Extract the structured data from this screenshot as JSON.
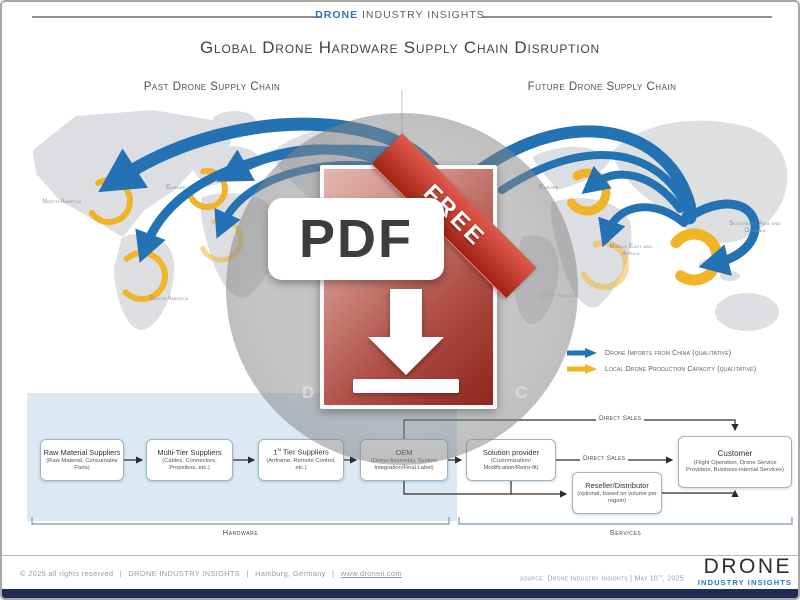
{
  "header": {
    "brand_primary": "DRONE",
    "brand_secondary": "INDUSTRY INSIGHTS"
  },
  "title": "Global Drone Hardware Supply Chain Disruption",
  "sections": {
    "past": "Past Drone Supply Chain",
    "future": "Future Drone Supply Chain"
  },
  "maps": {
    "past": {
      "north_america": "North America",
      "europe": "Europe",
      "south_america": "South America"
    },
    "future": {
      "europe": "Europe",
      "middle_east_africa": "Middle East and Africa",
      "southeast_asia": "Southeast Asia and Oceania",
      "south_america": "South America"
    }
  },
  "legend": {
    "imports": {
      "label": "Drone Imports from China (qualitative)",
      "color": "#2272b4"
    },
    "local": {
      "label": "Local Drone Production Capacity (qualitative)",
      "color": "#f0b429"
    }
  },
  "flow": {
    "boxes": {
      "raw": {
        "title": "Raw Material Suppliers",
        "subtitle": "(Raw Material, Consumable Parts)"
      },
      "multi": {
        "title": "Multi-Tier Suppliers",
        "subtitle": "(Cables, Connectors, Propellers, etc.)"
      },
      "tier1": {
        "t1": "1",
        "t2": "st",
        "t3": "Tier Suppliers",
        "subtitle": "(Airframe, Remote Control, etc.)"
      },
      "oem": {
        "title": "OEM",
        "subtitle": "(Drone Assembly, System Integration/Final Label)"
      },
      "solution": {
        "title": "Solution provider",
        "subtitle": "(Customization/ Modification/Retro-fit)"
      },
      "reseller": {
        "title": "Reseller/Distributor",
        "subtitle": "(optional, based on volume per region)"
      },
      "customer": {
        "title": "Customer",
        "subtitle": "(Flight Operation, Drone Service Providers, Business-internal Services)"
      }
    },
    "direct_sales": "Direct Sales",
    "brackets": {
      "hardware": "Hardware",
      "services": "Services"
    }
  },
  "watermark": {
    "pdf": "PDF",
    "ribbon": "FREE",
    "hidden_left": "D",
    "hidden_right": "C"
  },
  "footer": {
    "copyright": "© 2025 all rights reserved",
    "separator": "|",
    "brand": "DRONE INDUSTRY INSIGHTS",
    "location": "Hamburg, Germany",
    "link": "www.droneii.com",
    "source_text": "source: Drone Industry Insights  |  May 10",
    "source_sup": "th",
    "source_end": ", 2025",
    "logo_primary": "DRONE",
    "logo_secondary": "INDUSTRY INSIGHTS"
  }
}
